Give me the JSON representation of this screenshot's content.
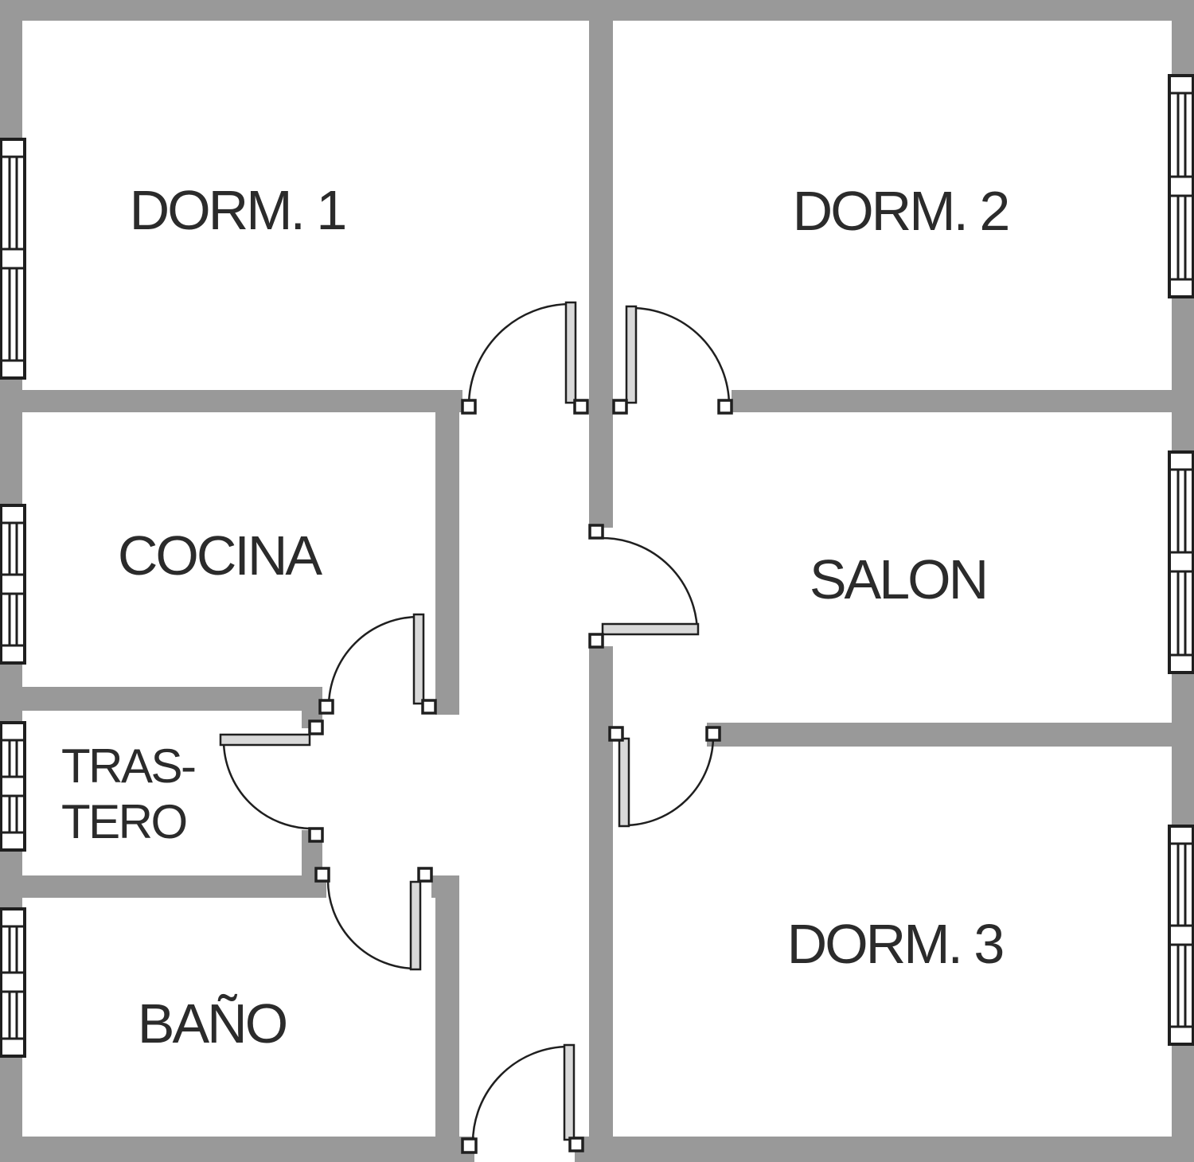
{
  "rooms": {
    "dorm1": {
      "label": "DORM. 1"
    },
    "dorm2": {
      "label": "DORM. 2"
    },
    "cocina": {
      "label": "COCINA"
    },
    "salon": {
      "label": "SALON"
    },
    "trastero": {
      "label_line1": "TRAS-",
      "label_line2": "TERO"
    },
    "bano": {
      "label": "BAÑO"
    },
    "dorm3": {
      "label": "DORM. 3"
    }
  },
  "colors": {
    "wall": "#999999",
    "line": "#1f1f1f",
    "leaf": "#d9d9d9",
    "floor": "#ffffff",
    "text": "#2b2b2b",
    "bg": "#ffffff"
  }
}
